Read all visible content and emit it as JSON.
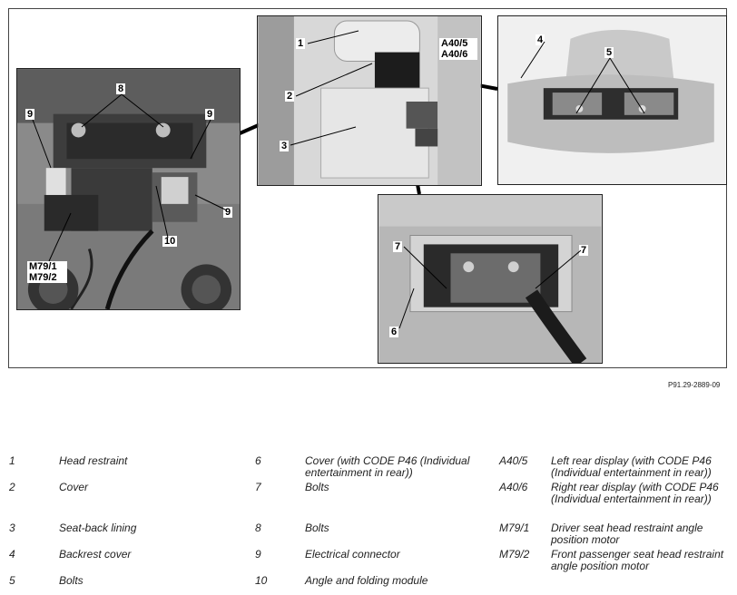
{
  "figure": {
    "code": "P91.29-2889-09",
    "callouts": {
      "c1": "1",
      "c2": "2",
      "c3": "3",
      "c4": "4",
      "c5": "5",
      "c6": "6",
      "c7a": "7",
      "c7b": "7",
      "c8": "8",
      "c9a": "9",
      "c9b": "9",
      "c9c": "9",
      "c10": "10",
      "a40": "A40/5\nA40/6",
      "m79": "M79/1\nM79/2"
    }
  },
  "legend": {
    "col1": [
      {
        "num": "1",
        "desc": "Head restraint"
      },
      {
        "num": "2",
        "desc": "Cover"
      },
      {
        "num": "3",
        "desc": "Seat-back lining"
      },
      {
        "num": "4",
        "desc": "Backrest cover"
      },
      {
        "num": "5",
        "desc": "Bolts"
      }
    ],
    "col2": [
      {
        "num": "6",
        "desc": "Cover (with CODE P46 (Individual entertainment in rear))"
      },
      {
        "num": "7",
        "desc": "Bolts"
      },
      {
        "num": "8",
        "desc": "Bolts"
      },
      {
        "num": "9",
        "desc": "Electrical connector"
      },
      {
        "num": "10",
        "desc": "Angle and folding module"
      }
    ],
    "col3": [
      {
        "num": "A40/5",
        "desc": "Left rear display (with CODE P46 (Individual entertainment in rear))"
      },
      {
        "num": "A40/6",
        "desc": "Right rear display (with CODE P46 (Individual entertainment in rear))"
      },
      {
        "num": "M79/1",
        "desc": "Driver seat head restraint angle position motor"
      },
      {
        "num": "M79/2",
        "desc": "Front passenger seat head restraint angle position motor"
      }
    ]
  }
}
